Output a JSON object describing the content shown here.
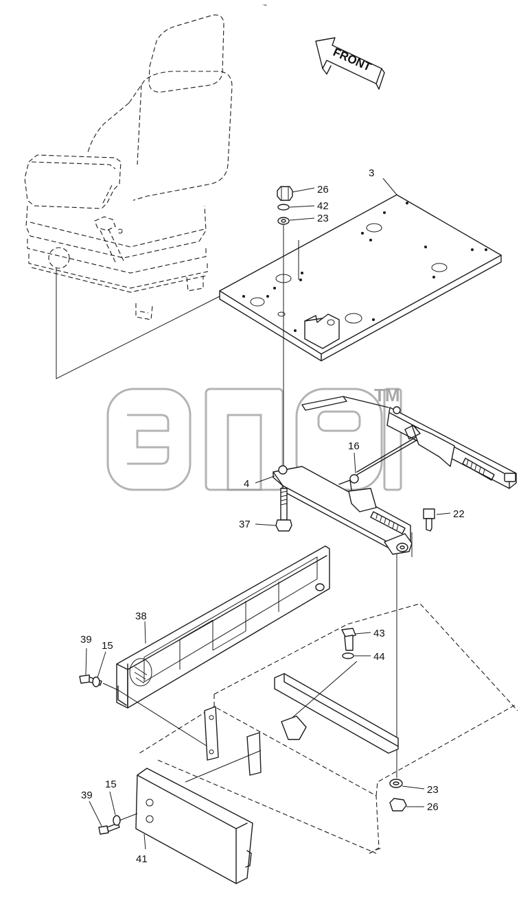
{
  "top_mark": "~w",
  "direction_label": "FRONT",
  "watermark_tm": "TM",
  "callouts": {
    "c26a": "26",
    "c42": "42",
    "c23a": "23",
    "c3": "3",
    "c4": "4",
    "c16": "16",
    "c37": "37",
    "c22": "22",
    "c38": "38",
    "c39a": "39",
    "c15a": "15",
    "c43": "43",
    "c44": "44",
    "c39b": "39",
    "c15b": "15",
    "c23b": "23",
    "c26b": "26",
    "c41": "41"
  }
}
